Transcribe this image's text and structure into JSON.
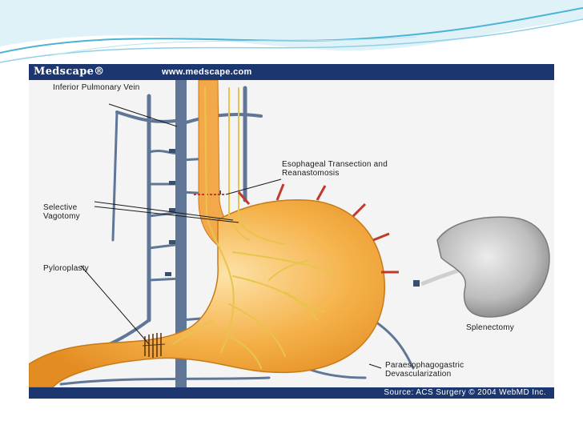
{
  "figure": {
    "brand": "Medscape®",
    "url": "www.medscape.com",
    "source": "Source: ACS Surgery © 2004 WebMD Inc."
  },
  "labels": {
    "inferior_pulmonary_vein": "Inferior Pulmonary Vein",
    "esophageal_transection": "Esophageal Transection and Reanastomosis",
    "selective_vagotomy": "Selective Vagotomy",
    "pyloroplasty": "Pyloroplasty",
    "splenectomy": "Splenectomy",
    "devascularization": "Paraesophagogastric Devascularization"
  },
  "colors": {
    "header_bar": "#1c3770",
    "stomach": "#f2a93c",
    "vein": "#5f7697",
    "nerve": "#e8c44d",
    "spleen": "#b9b9b9",
    "wave": "#4ab3d6"
  }
}
